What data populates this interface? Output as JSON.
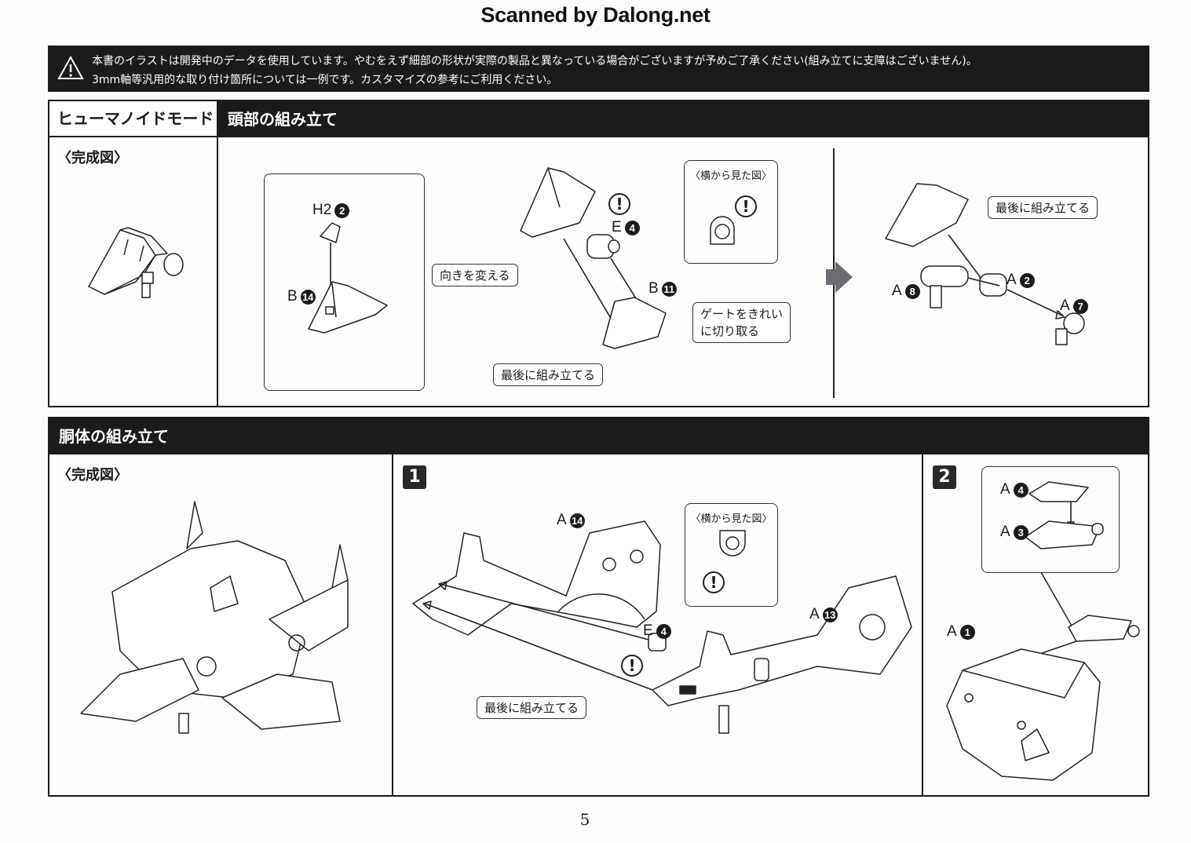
{
  "watermark": "Scanned by Dalong.net",
  "notice": {
    "icon": "warning-triangle-icon",
    "line1": "本書のイラストは開発中のデータを使用しています。やむをえず細部の形状が実際の製品と異なっている場合がございますが予めご了承ください(組み立てに支障はございません)。",
    "line2": "3mm軸等汎用的な取り付け箇所については一例です。カスタマイズの参考にご利用ください。"
  },
  "head_section": {
    "mode_tab": "ヒューマノイドモード",
    "title": "頭部の組み立て",
    "completed_label": "〈完成図〉",
    "step_a": {
      "parts": [
        {
          "letter": "H2",
          "num": "2"
        },
        {
          "letter": "B",
          "num": "14"
        }
      ],
      "callout": "向きを変える"
    },
    "step_b": {
      "parts": [
        {
          "letter": "E",
          "num": "4"
        },
        {
          "letter": "B",
          "num": "11"
        }
      ],
      "side_view_title": "〈横から見た図〉",
      "callout_gate": "ゲートをきれい\nに切り取る",
      "callout_gate_line1": "ゲートをきれい",
      "callout_gate_line2": "に切り取る",
      "callout_last": "最後に組み立てる",
      "caution": "!"
    },
    "step_c": {
      "parts": [
        {
          "letter": "A",
          "num": "8"
        },
        {
          "letter": "A",
          "num": "2"
        },
        {
          "letter": "A",
          "num": "7"
        }
      ],
      "callout_last": "最後に組み立てる"
    }
  },
  "body_section": {
    "title": "胴体の組み立て",
    "completed_label": "〈完成図〉",
    "step1": {
      "number": "1",
      "parts": [
        {
          "letter": "A",
          "num": "14"
        },
        {
          "letter": "E",
          "num": "4"
        },
        {
          "letter": "A",
          "num": "13"
        }
      ],
      "side_view_title": "〈横から見た図〉",
      "callout_last": "最後に組み立てる",
      "caution": "!"
    },
    "step2": {
      "number": "2",
      "parts": [
        {
          "letter": "A",
          "num": "4"
        },
        {
          "letter": "A",
          "num": "3"
        },
        {
          "letter": "A",
          "num": "1"
        }
      ]
    }
  },
  "page_number": "5"
}
